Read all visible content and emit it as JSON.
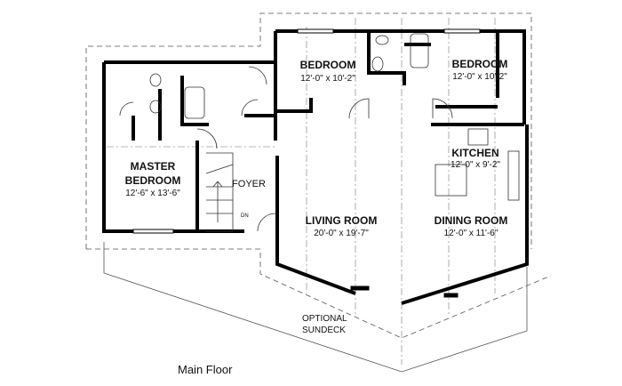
{
  "rooms": {
    "bedroom1": {
      "name": "BEDROOM",
      "size": "12'-0\" x 10'-2\""
    },
    "bedroom2": {
      "name": "BEDROOM",
      "size": "12'-0\" x 10'-2\""
    },
    "master": {
      "name_line1": "MASTER",
      "name_line2": "BEDROOM",
      "size": "12'-6\" x 13'-6\""
    },
    "foyer": {
      "name": "FOYER"
    },
    "kitchen": {
      "name": "KITCHEN",
      "size": "12'-0\" x 9'-2\""
    },
    "living": {
      "name": "LIVING ROOM",
      "size": "20'-0\" x 19'-7\""
    },
    "dining": {
      "name": "DINING ROOM",
      "size": "12'-0\" x 11'-6\""
    }
  },
  "stair_label": "DN",
  "deck": {
    "line1": "OPTIONAL",
    "line2": "SUNDECK"
  },
  "plan_title": "Main Floor"
}
